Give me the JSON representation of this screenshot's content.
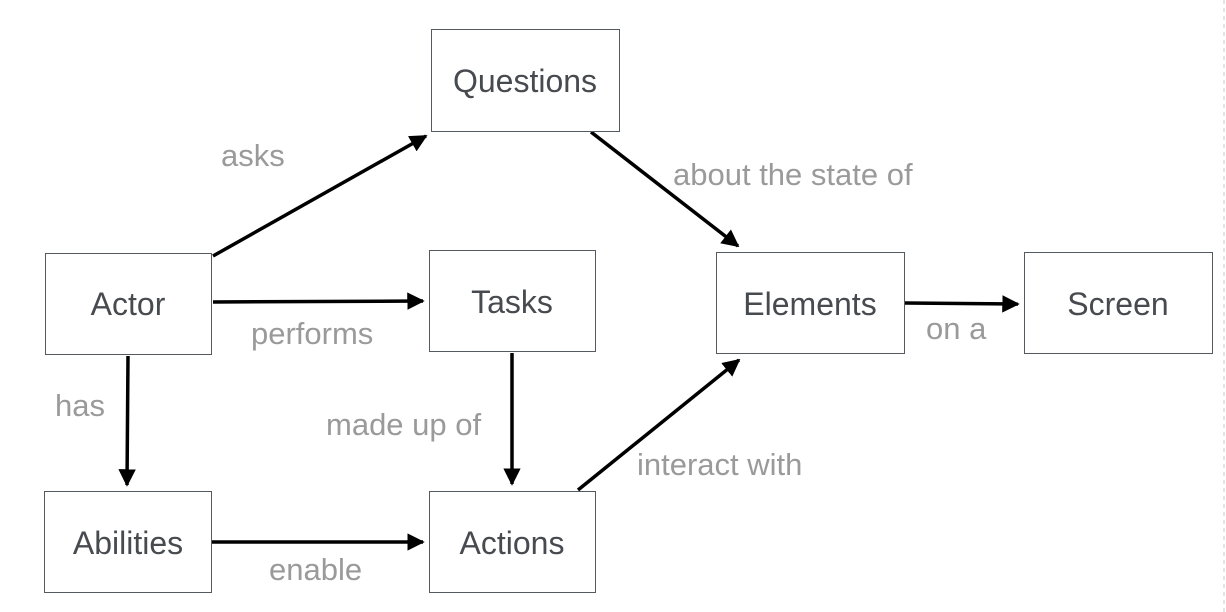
{
  "nodes": {
    "questions": "Questions",
    "actor": "Actor",
    "tasks": "Tasks",
    "elements": "Elements",
    "screen": "Screen",
    "abilities": "Abilities",
    "actions": "Actions"
  },
  "edges": {
    "asks": "asks",
    "about_the_state_of": "about the state of",
    "performs": "performs",
    "on_a": "on a",
    "has": "has",
    "made_up_of": "made up of",
    "interact_with": "interact with",
    "enable": "enable"
  },
  "colors": {
    "node_border": "#555a60",
    "node_text": "#474b50",
    "edge_line": "#000000",
    "edge_label": "#9a9a9a"
  }
}
